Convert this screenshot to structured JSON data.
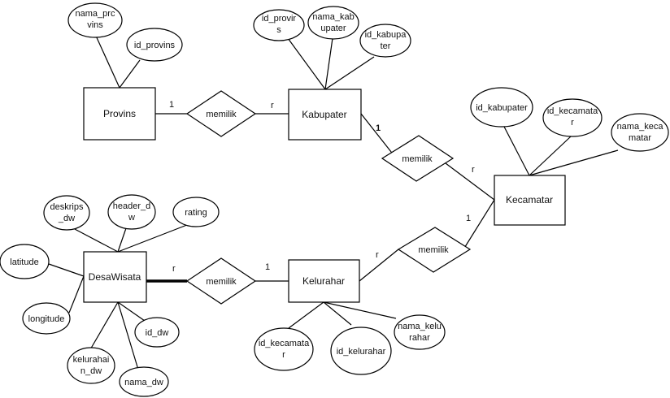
{
  "entities": {
    "provins": "Provins",
    "kabupater": "Kabupater",
    "kecamatar": "Kecamatar",
    "kelurahar": "Kelurahar",
    "desawisata": "DesaWisata"
  },
  "relationships": {
    "prov_kab": "memilik",
    "kab_kec": "memilik",
    "kec_kel": "memilik",
    "kel_dw": "memilik"
  },
  "cardinalities": {
    "prov_kab_provins": "1",
    "prov_kab_kabupater": "r",
    "kab_kec_kabupater": "1",
    "kab_kec_kecamatar": "r",
    "kec_kel_kecamatar": "1",
    "kec_kel_kelurahar": "r",
    "kel_dw_kelurahar": "1",
    "kel_dw_desawisata": "r"
  },
  "attributes": {
    "nama_provins": [
      "nama_prc",
      "vins"
    ],
    "id_provins": [
      "id_provins"
    ],
    "kab_id_provins": [
      "id_provir",
      "s"
    ],
    "nama_kabupater": [
      "nama_kab",
      "upater"
    ],
    "id_kabupater": [
      "id_kabupa",
      "ter"
    ],
    "kec_id_kabupater": [
      "id_kabupater"
    ],
    "id_kecamatar": [
      "id_kecamata",
      "r"
    ],
    "nama_kecamatar": [
      "nama_keca",
      "matar"
    ],
    "kel_id_kecamatar": [
      "id_kecamata",
      "r"
    ],
    "id_kelurahar": [
      "id_kelurahar"
    ],
    "nama_kelurahar": [
      "nama_kelu",
      "rahar"
    ],
    "deskripsi_dw": [
      "deskrips",
      "_dw"
    ],
    "header_dw": [
      "header_d",
      "w"
    ],
    "rating": [
      "rating"
    ],
    "latitude": [
      "latitude"
    ],
    "longitude": [
      "longitude"
    ],
    "id_dw": [
      "id_dw"
    ],
    "kelurahan_dw": [
      "kelurahai",
      "n_dw"
    ],
    "nama_dw": [
      "nama_dw"
    ]
  }
}
